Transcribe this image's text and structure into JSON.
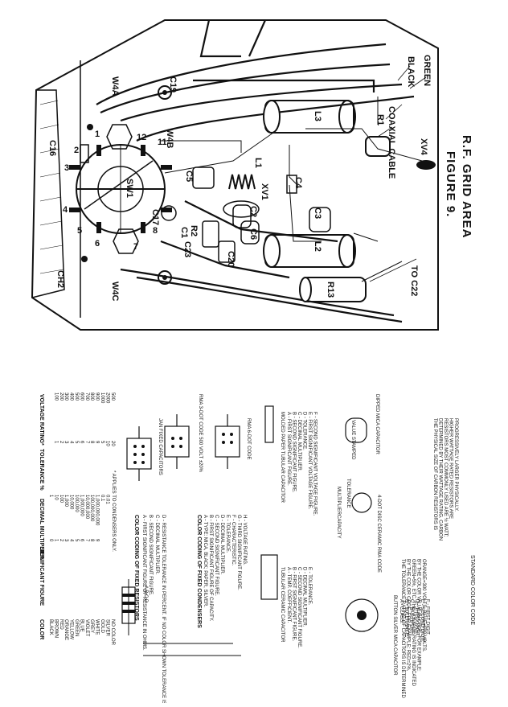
{
  "figure": {
    "number": "FIGURE 9.",
    "title": "R.F. GRID AREA"
  },
  "schematic_labels": {
    "c16": "C16",
    "c19": "C19",
    "c17": "C17",
    "c5": "C5",
    "c1": "C1",
    "c2": "C2",
    "c3": "C3",
    "c4": "C4",
    "c6": "C6",
    "c20": "C20",
    "c23": "C23",
    "w4a": "W4A",
    "w4b": "W4B",
    "w4c": "W4C",
    "sw1": "SW1",
    "xv1": "XV1",
    "xv4": "XV4",
    "l1": "L1",
    "l2": "L2",
    "l3": "L3",
    "r1": "R1",
    "r2": "R2",
    "r13": "R13",
    "ch2": "CH2",
    "coaxial_cable": "COAXIAL CABLE",
    "black": "BLACK",
    "green": "GREEN",
    "to_c22": "TO C22",
    "pos_1": "1",
    "pos_2": "2",
    "pos_3": "3",
    "pos_4": "4",
    "pos_5": "5",
    "pos_6": "6",
    "pos_7": "7",
    "pos_8": "8",
    "pos_11": "11",
    "pos_12": "12"
  },
  "color_code": {
    "caption": "STANDARD COLOR CODE",
    "headers": {
      "color": "COLOR",
      "significant_figure": "SIGNIFICANT FIGURE",
      "decimal_multiplier": "DECIMAL MULTIPLIER",
      "tolerance": "TOLERANCE %",
      "voltage_rating": "VOLTAGE RATING*"
    },
    "rows": [
      {
        "color": "BLACK",
        "sig": "0",
        "mult": "1",
        "tol": "",
        "volt": ""
      },
      {
        "color": "BROWN",
        "sig": "1",
        "mult": "10",
        "tol": "1",
        "volt": "100"
      },
      {
        "color": "RED",
        "sig": "2",
        "mult": "100",
        "tol": "2",
        "volt": "200"
      },
      {
        "color": "ORANGE",
        "sig": "3",
        "mult": "1,000",
        "tol": "3",
        "volt": "300"
      },
      {
        "color": "YELLOW",
        "sig": "4",
        "mult": "10,000",
        "tol": "4",
        "volt": "400"
      },
      {
        "color": "GREEN",
        "sig": "5",
        "mult": "100,000",
        "tol": "5",
        "volt": "500"
      },
      {
        "color": "BLUE",
        "sig": "6",
        "mult": "1,000,000",
        "tol": "6",
        "volt": "600"
      },
      {
        "color": "VIOLET",
        "sig": "7",
        "mult": "10,000,000",
        "tol": "7",
        "volt": "700"
      },
      {
        "color": "GREY",
        "sig": "8",
        "mult": "100,000,000",
        "tol": "8",
        "volt": "800"
      },
      {
        "color": "WHITE",
        "sig": "9",
        "mult": "1,000,000,000",
        "tol": "9",
        "volt": "900"
      },
      {
        "color": "GOLD",
        "sig": "",
        "mult": "0.1",
        "tol": "5",
        "volt": "1000"
      },
      {
        "color": "SILVER",
        "sig": "",
        "mult": "0.01",
        "tol": "10",
        "volt": "2000"
      },
      {
        "color": "NO COLOR",
        "sig": "",
        "mult": "",
        "tol": "20",
        "volt": "500"
      }
    ],
    "footnote": "* APPLIES TO CONDENSERS ONLY.",
    "resistor_bands": "A B C D",
    "fixed_resistors_title": "COLOR CODING OF FIXED RESISTORS",
    "fixed_resistors_notes": [
      "A - FIRST SIGNIFICANT FIGURE OF RESISTANCE IN OHMS.",
      "B - SECOND SIGNIFICANT FIGURE.",
      "C - DECIMAL MULTIPLIER.",
      "D - RESISTANCE TOLERANCE IN PERCENT. IF NO COLOR SHOWN TOLERANCE IS ±20%."
    ],
    "fixed_condensers_title": "COLOR CODING OF FIXED CONDENSERS",
    "fixed_condensers_notes": [
      "A - TYPE: MICA, BLACK; PAPER, SILVER.",
      "B - FIRST SIGNIFICANT FIGURE OF CAPACITY.",
      "C - SECOND SIGNIFICANT FIGURE.",
      "D - DECIMAL MULTIPLIER.",
      "E - TOLERANCE.",
      "F - CHARACTERISTIC.",
      "G - THIRD SIGNIFICANT FIGURE.",
      "H - VOLTAGE RATING."
    ],
    "jan_fixed_capacitors": "JAN FIXED CAPACITORS",
    "rma_3_dot": "RMA 3-DOT CODE 500 VOLT ±20%",
    "rma_6_dot": "RMA 6-DOT CODE",
    "ceramic_title": "TUBULAR CERAMIC CAPACITOR",
    "ceramic_notes": [
      "A - TEMP. COEFFICIENT.",
      "B - FIRST SIGNIFICANT FIGURE.",
      "C - SECOND SIGNIFICANT FIGURE.",
      "D - DECIMAL MULTIPLIER.",
      "E - TOLERANCE."
    ],
    "paper_title": "MOLDED PAPER TUBULAR CAPACITOR",
    "paper_notes": [
      "A - FIRST SIGNIFICANT FIGURE.",
      "B - SECOND SIGNIFICANT FIGURE.",
      "C - DECIMAL MULTIPLIER.",
      "D - TOLERANCE.",
      "E - FIRST SIGNIFICANT VOLTAGE FIGURE.",
      "F - SECOND SIGNIFICANT VOLTAGE FIGURE."
    ],
    "value_stamped": "VALUE STAMPED",
    "dipped_mica": "DIPPED MICA CAPACITOR",
    "button_mica_title": "BUTTON SILVER MICA CAPACITOR",
    "button_mica_notes": [
      "A - CLASS.",
      "B - TOLERANCE.",
      "C - MULTIPLIER.",
      "D - THIRD DIGIT.",
      "E - SECOND DIGIT.",
      "F - FIRST DIGIT."
    ],
    "disc_title": "4-DOT DISC CERAMIC RMA CODE",
    "disc_labels": {
      "capacity": "CAPACITY",
      "multiplier": "MULTIPLIER",
      "tolerance": "TOLERANCE"
    },
    "tolerance_paragraph": "THE TOLERANCE RATING OF CAPACITORS IS DETERMINED BY THE COLOR CODE. FOR EXAMPLE: RED=2%, GREEN=5%, ETC. THE VOLTAGE RATING IS INDICATED BY THE COLOR VALUE IN CODE. FOR EXAMPLE: ORANGE=300 VOLTS, BLUE=600 VOLTS.",
    "physical_paragraph": "THE PHYSICAL SIZE OF CARBON RESISTORS IS DETERMINED BY THEIR WATTAGE RATING. CARBON RESISTORS MOST COMMONLY USED ARE ½ WATT; HIGHER WATTAGE RATED RESISTORS ARE PROGRESSIVELY LARGER PHYSICALLY."
  }
}
